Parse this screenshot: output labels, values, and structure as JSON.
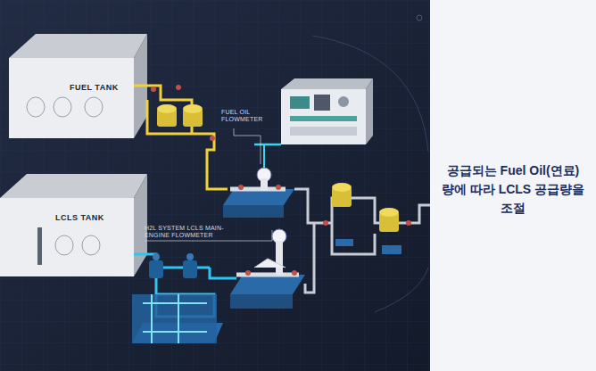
{
  "diagram": {
    "caption": "공급되는 Fuel Oil(연료)량에 따라 LCLS 공급량을 조절",
    "nodes": [
      {
        "text": [
          "FUEL TANK"
        ]
      },
      {
        "text": [
          "LCLS TANK"
        ]
      }
    ],
    "labels": [
      "FUEL OIL FLOWMETER",
      "H2L SYSTEM LCLS MAIN-ENGINE FLOWMETER"
    ]
  }
}
